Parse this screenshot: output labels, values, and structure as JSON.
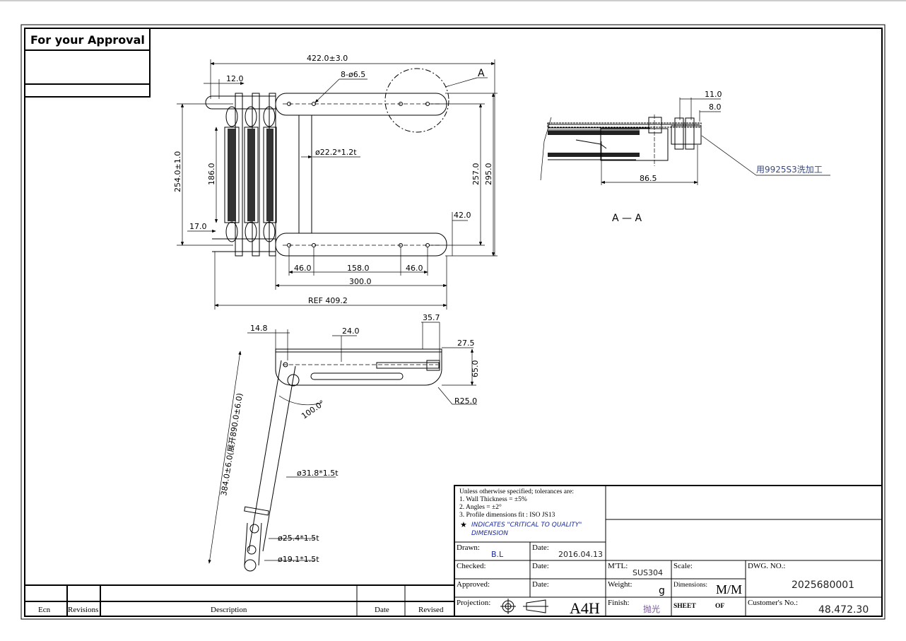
{
  "approval_box": {
    "title": "For your Approval"
  },
  "top_view": {
    "dims": {
      "overall_length": "422.0±3.0",
      "end_offset": "12.0",
      "holes": "8-ø6.5",
      "section_mark": "A",
      "tube": "ø22.2*1.2t",
      "width_254": "254.0±1.0",
      "step_186": "186.0",
      "width_257": "257.0",
      "width_295": "295.0",
      "rail_42": "42.0",
      "left_17": "17.0",
      "hole_46a": "46.0",
      "hole_158": "158.0",
      "hole_46b": "46.0",
      "rail_300": "300.0",
      "ref": "REF 409.2"
    }
  },
  "section_view": {
    "dims": {
      "d11": "11.0",
      "d8": "8.0",
      "d86": "86.5"
    },
    "note": "用9925S3洗加工",
    "label": "A — A"
  },
  "side_view": {
    "dims": {
      "d14": "14.8",
      "d24": "24.0",
      "d35": "35.7",
      "d27": "27.5",
      "d65": "65.0",
      "r25": "R25.0",
      "angle": "100.0°",
      "length": "384.0±6.0(展开890.0±6.0)",
      "tube318": "ø31.8*1.5t",
      "tube254": "ø25.4*1.5t",
      "tube191": "ø19.1*1.5t"
    }
  },
  "revision_table": {
    "headers": [
      "Ecn",
      "Revisions",
      "Description",
      "Date",
      "Revised"
    ]
  },
  "title_block": {
    "notes": [
      "Unless otherwise specified;  tolerances are:",
      "1. Wall Thickness = ±5%",
      "2. Angles   = ±2°",
      "3. Profile dimensions fit : ISO JS13"
    ],
    "ctq_line1": "INDICATES  \"CRITICAL TO QUALITY\"",
    "ctq_line2": "DIMENSION",
    "drawn_label": "Drawn:",
    "drawn_value": "B.L",
    "date_label": "Date:",
    "drawn_date": "2016.04.13",
    "checked_label": "Checked:",
    "approved_label": "Approved:",
    "projection_label": "Projection:",
    "paper_size": "A4H",
    "material_label": "M'TL:",
    "material_value": "SUS304",
    "weight_label": "Weight:",
    "weight_value": "g",
    "finish_label": "Finish:",
    "finish_value": "抛光",
    "scale_label": "Scale:",
    "dimensions_label": "Dimensions:",
    "dimensions_value": "M/M",
    "sheet_label": "SHEET",
    "of_label": "OF",
    "dwg_label": "DWG. NO.:",
    "dwg_value": "2025680001",
    "customer_label": "Customer's  No.:",
    "customer_value": "48.472.30"
  }
}
